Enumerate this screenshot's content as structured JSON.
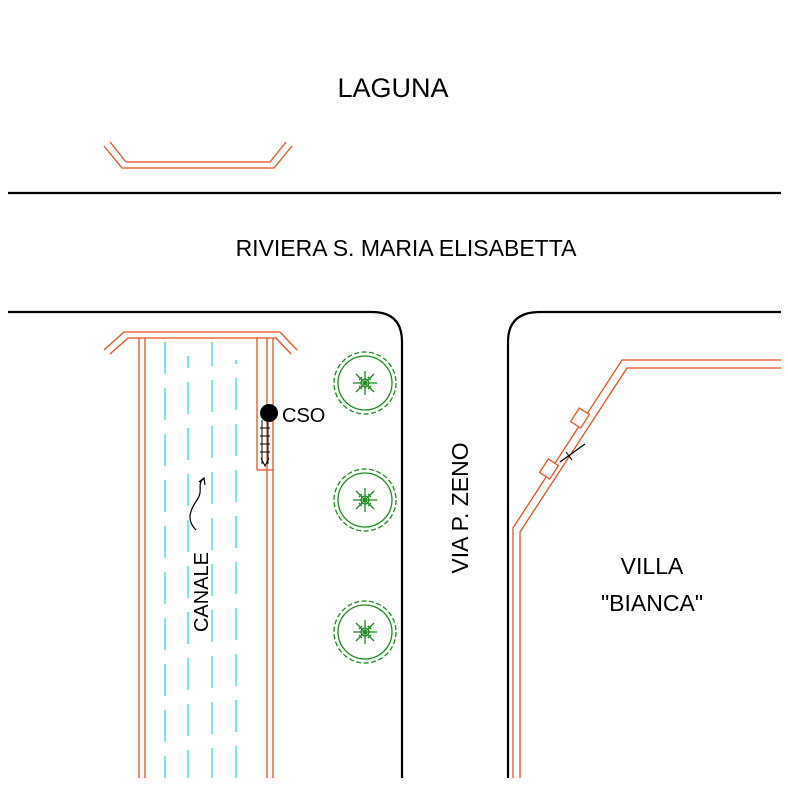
{
  "labels": {
    "laguna": "LAGUNA",
    "riviera": "RIVIERA S. MARIA ELISABETTA",
    "via": "VIA P. ZENO",
    "villa_line1": "VILLA",
    "villa_line2": "\"BIANCA\"",
    "canale": "CANALE",
    "cso": "CSO"
  },
  "colors": {
    "road_line": "#000000",
    "water_edge": "#e8501e",
    "water_flow": "#22d3e6",
    "tree": "#1f8a1f",
    "background": "#ffffff"
  },
  "icons": {
    "tree": "tree-icon",
    "cso_marker": "cso-outfall-icon",
    "flow_arrow": "flow-direction-arrow-icon",
    "gate": "gate-icon"
  }
}
